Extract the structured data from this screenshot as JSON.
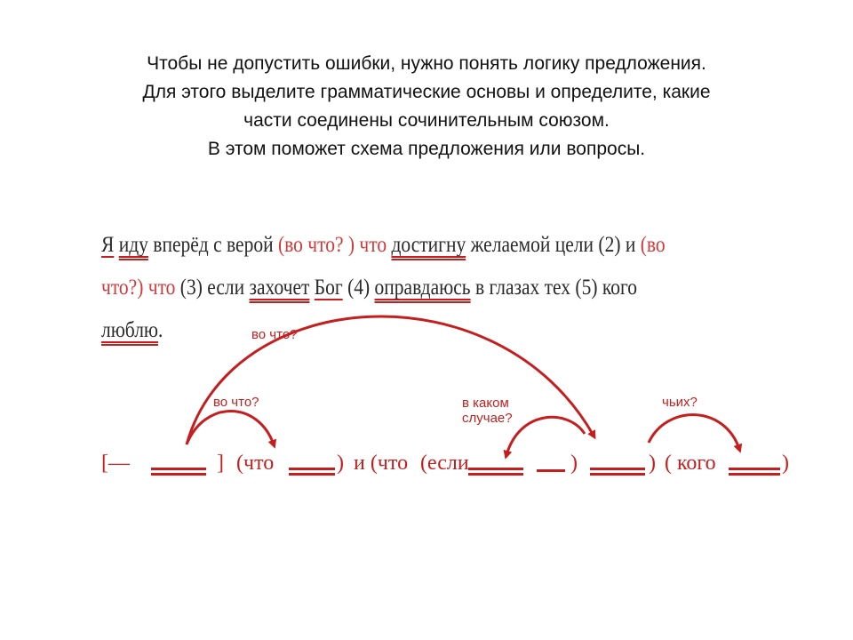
{
  "intro": {
    "lines": [
      "Чтобы не допустить ошибки, нужно понять логику предложения.",
      "Для этого выделите грамматические основы и определите, какие",
      "части соединены сочинительным союзом.",
      "В этом поможет схема предложения или вопросы."
    ]
  },
  "sentence": {
    "l1": {
      "w1": "Я",
      "w2": "иду",
      "w3": " вперёд с верой ",
      "w4": "(во что? ) ",
      "w5": "что ",
      "w6": "достигну",
      "w7": " желаемой цели (2) и ",
      "w8": "(во"
    },
    "l2": {
      "w1": "что?) что",
      "w2": " (3) если ",
      "w3": "захочет",
      "w4": " ",
      "w5": "Бог",
      "w6": " (4) ",
      "w7": "оправдаюсь",
      "w8": " в глазах тех (5) кого"
    },
    "l3": {
      "w1": "люблю",
      "w2": "."
    }
  },
  "scheme": {
    "open_bracket": "[—",
    "close_bracket": "]",
    "part2": "(что",
    "close2": ")",
    "and_what": "и (что",
    "if_open": "(если",
    "close_inner": ")",
    "close3": ")",
    "whom_open": "( кого",
    "close5": ")"
  },
  "questions": {
    "q_top": "во что?",
    "q_left": "во что?",
    "q_case_1": "в каком",
    "q_case_2": "случае?",
    "q_whose": "чьих?"
  },
  "colors": {
    "accent": "#c41e1e",
    "text": "#111111"
  }
}
